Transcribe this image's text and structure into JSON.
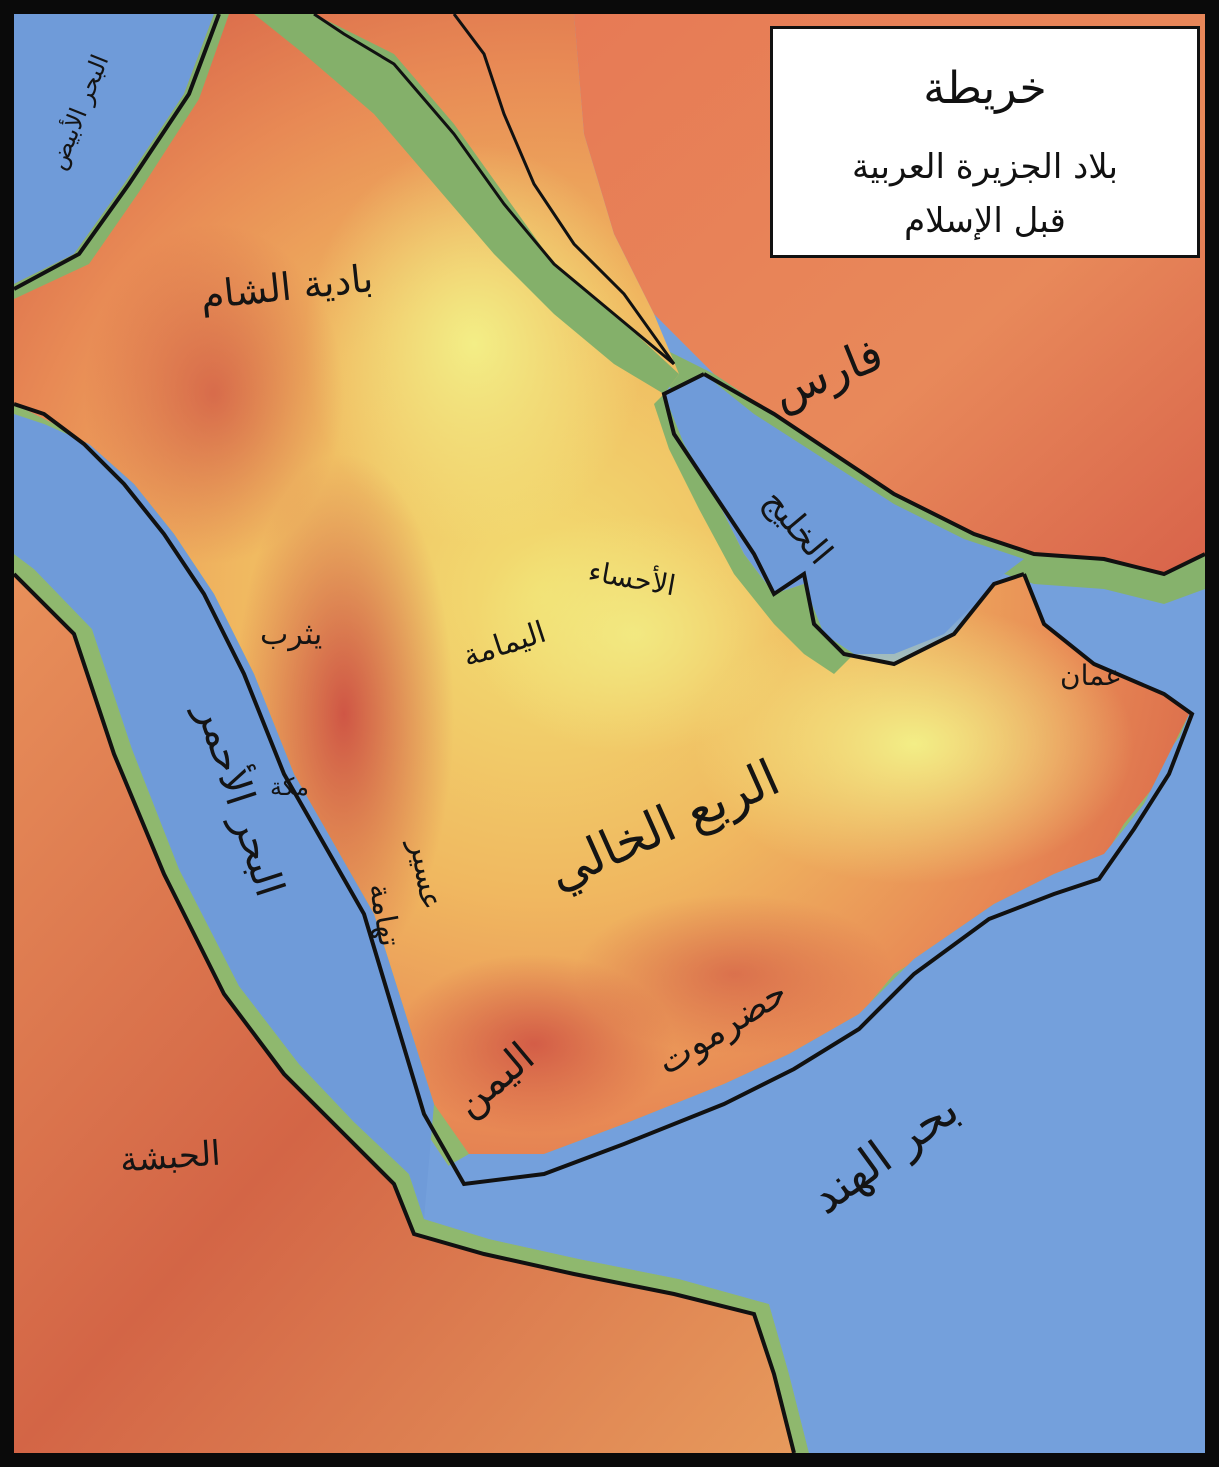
{
  "map": {
    "title": "خريطة",
    "subtitle_line1": "بلاد الجزيرة العربية",
    "subtitle_line2": "قبل الإسلام"
  },
  "labels": {
    "mediterranean": "البحر الأبيض",
    "levant_desert": "بادية الشام",
    "persia": "فارس",
    "gulf": "الخليج",
    "ahsa": "الأحساء",
    "yamama": "اليمامة",
    "yathrib": "يثرب",
    "makkah": "مكة",
    "oman": "عمان",
    "empty_quarter": "الربع الخالي",
    "asir": "عسير",
    "tihama": "تهامة",
    "red_sea": "البحر الأحمر",
    "hadramawt": "حضرموت",
    "yemen": "اليمن",
    "abyssinia": "الحبشة",
    "indian_ocean": "بحر الهند"
  },
  "colors": {
    "sea": "#6f9bd9",
    "coast_green": "#7fae6a",
    "lowland_yellow": "#efe97a",
    "plateau_orange": "#ee9a55",
    "highland_red": "#d65a45",
    "border_black": "#111111"
  }
}
